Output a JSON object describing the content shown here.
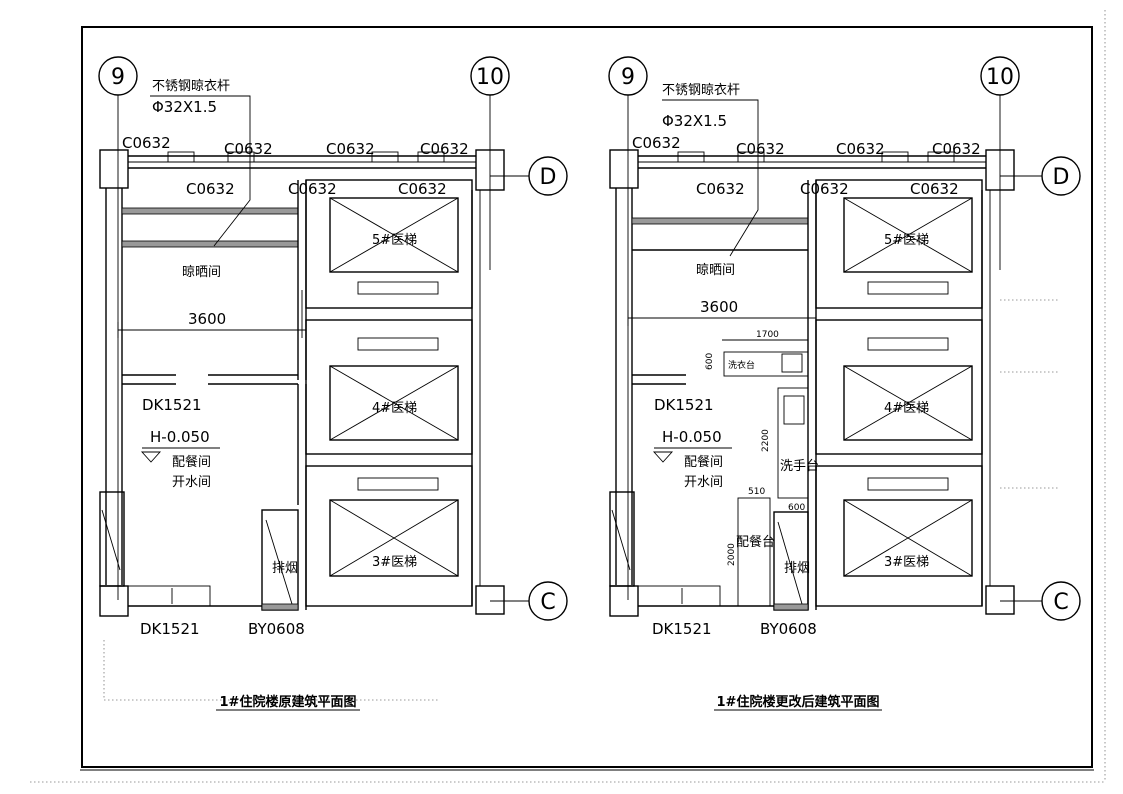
{
  "axes": {
    "left": "9",
    "right": "10",
    "top_row": "D",
    "bottom_row": "C"
  },
  "labels": {
    "railing_name": "不锈钢晾衣杆",
    "railing_spec": "Φ32X1.5",
    "window": "C0632",
    "drying_room": "晾晒间",
    "room_width": "3600",
    "door": "DK1521",
    "elevation": "H-0.050",
    "pantry": "配餐间",
    "boiler_room": "开水间",
    "smoke_exhaust": "排烟",
    "vent": "BY0608",
    "elevator_5": "5#医梯",
    "elevator_4": "4#医梯",
    "elevator_3": "3#医梯"
  },
  "modified": {
    "laundry_sink": "洗衣台",
    "hand_sink": "洗手台",
    "serving_counter": "配餐台",
    "dim_1700": "1700",
    "dim_600a": "600",
    "dim_2200": "2200",
    "dim_510": "510",
    "dim_600b": "600",
    "dim_2000": "2000"
  },
  "captions": {
    "original": "1#住院楼原建筑平面图",
    "modified": "1#住院楼更改后建筑平面图"
  }
}
